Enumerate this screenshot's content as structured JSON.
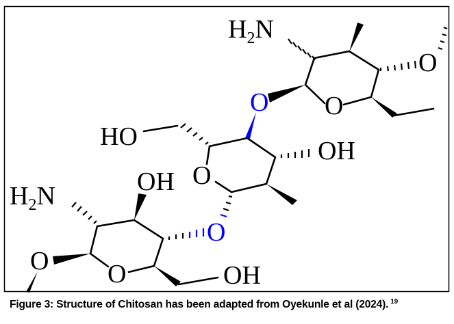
{
  "figure": {
    "title": "Structure of Chitosan",
    "atoms": {
      "top_nh2": {
        "main": "H",
        "sub": "2",
        "tail": "N"
      },
      "top_ring_o": "O",
      "top_right_o": "O",
      "glycosidic_o_upper": "O",
      "mid_ho": "HO",
      "mid_oh": "OH",
      "mid_ring_o": "O",
      "glycosidic_o_lower": "O",
      "bottom_oh_top": "OH",
      "bottom_nh2": {
        "main": "H",
        "sub": "2",
        "tail": "N"
      },
      "bottom_left_o": "O",
      "bottom_ring_o": "O",
      "bottom_oh_right": "OH"
    },
    "colors": {
      "bond": "#000000",
      "glycosidic_oxygen": "#0000ff",
      "border": "#000000"
    }
  },
  "caption": {
    "text": "Figure 3: Structure of Chitosan has been adapted from Oyekunle et al (2024).",
    "reference": "19"
  }
}
